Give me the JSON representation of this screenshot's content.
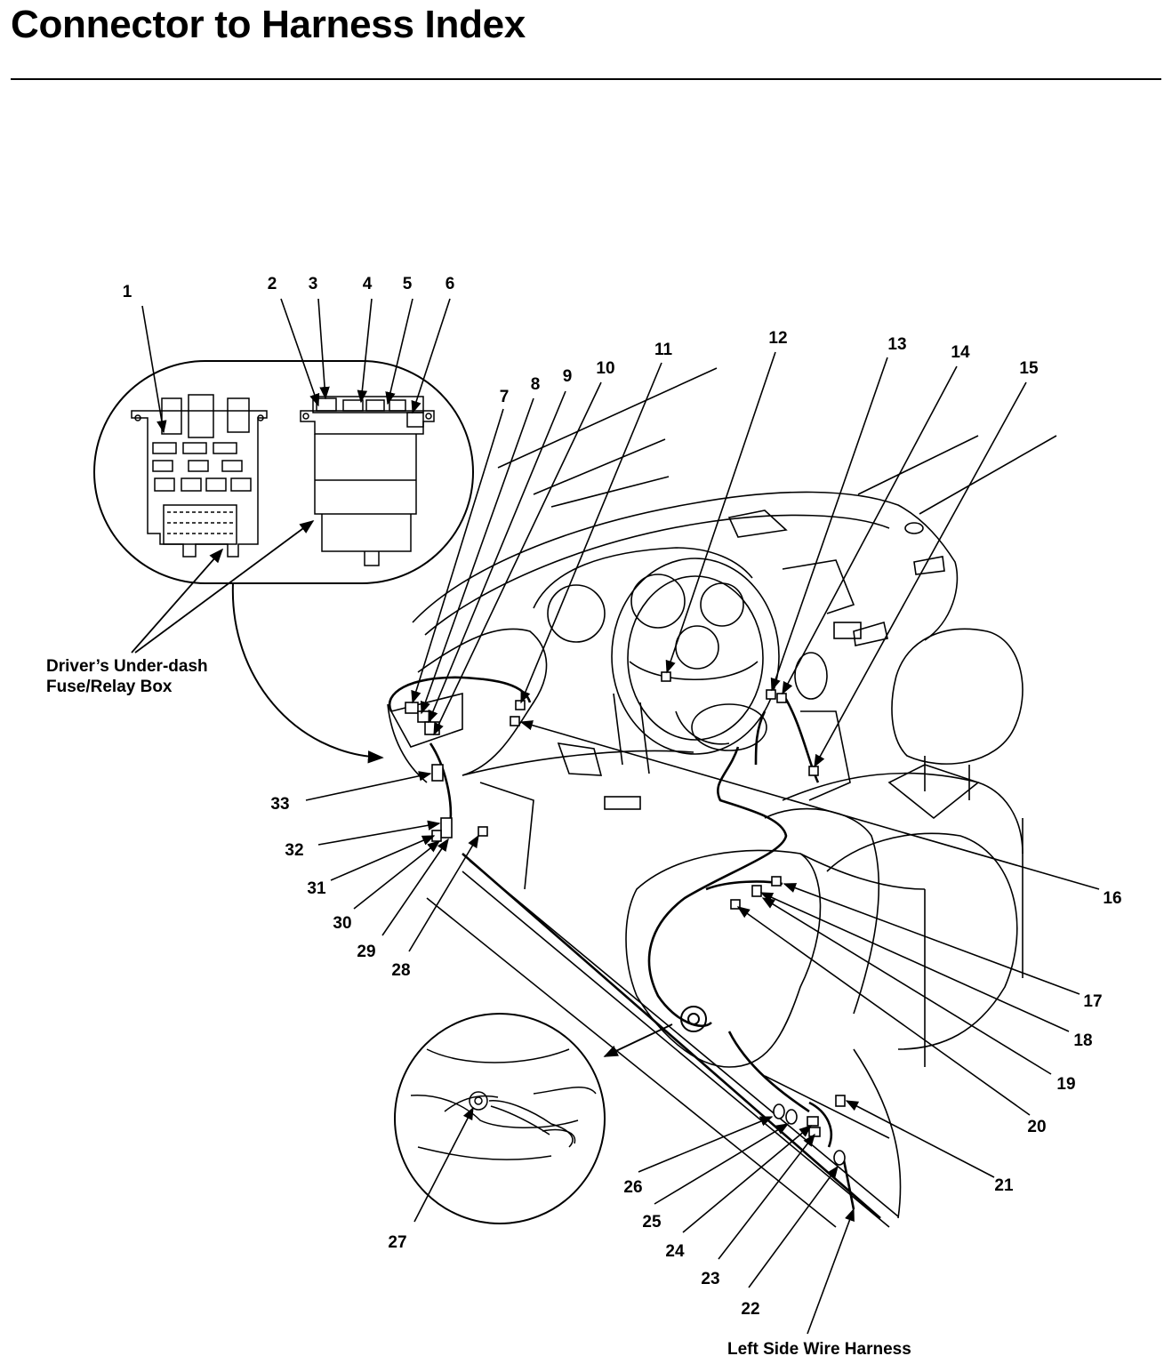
{
  "page": {
    "title": "Connector to Harness Index"
  },
  "captions": {
    "fuse_box_line1": "Driver’s Under-dash",
    "fuse_box_line2": "Fuse/Relay Box",
    "left_side_harness": "Left Side Wire Harness"
  },
  "callouts": [
    "1",
    "2",
    "3",
    "4",
    "5",
    "6",
    "7",
    "8",
    "9",
    "10",
    "11",
    "12",
    "13",
    "14",
    "15",
    "16",
    "17",
    "18",
    "19",
    "20",
    "21",
    "22",
    "23",
    "24",
    "25",
    "26",
    "27",
    "28",
    "29",
    "30",
    "31",
    "32",
    "33"
  ]
}
